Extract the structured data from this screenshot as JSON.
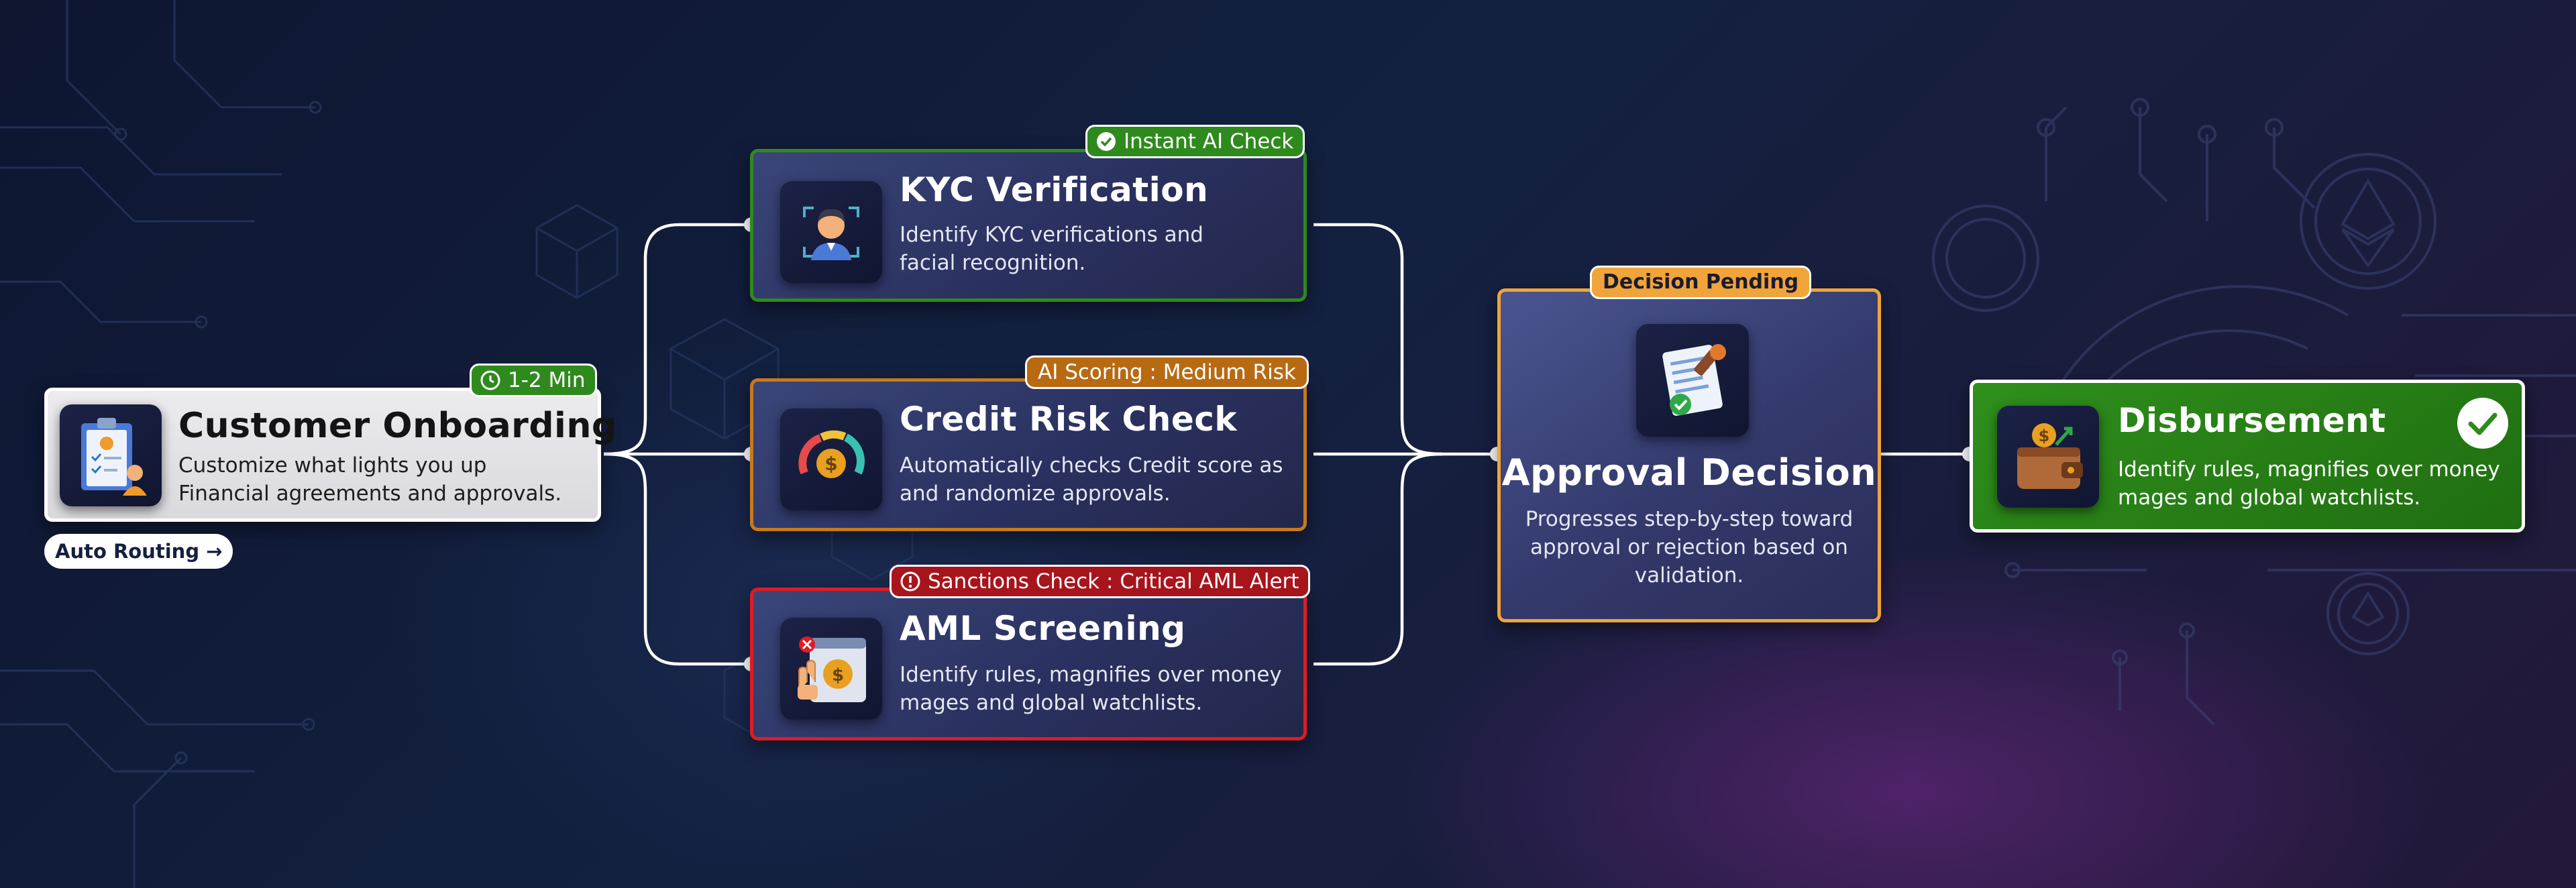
{
  "colors": {
    "green": "#2f8a1e",
    "orange": "#e68a1a",
    "red": "#e01b24",
    "gold": "#f0a43a",
    "onboarding_bg": "#e6e6e9",
    "card_dark": "#2d3566"
  },
  "onboarding": {
    "title": "Customer Onboarding",
    "desc_line1": "Customize what lights you up",
    "desc_line2": "Financial agreements and approvals.",
    "badge": "1-2 Min",
    "badge_icon": "clock-icon",
    "icon": "clipboard-checklist-icon",
    "routing_label": "Auto Routing →"
  },
  "kyc": {
    "title": "KYC Verification",
    "desc_line1": "Identify KYC verifications and",
    "desc_line2": "facial recognition.",
    "badge": "Instant AI Check",
    "badge_icon": "check-circle-icon",
    "icon": "face-scan-icon"
  },
  "credit": {
    "title": "Credit Risk Check",
    "desc_line1": "Automatically checks Credit score as",
    "desc_line2": "and randomize approvals.",
    "badge": "AI Scoring : Medium Risk",
    "icon": "credit-gauge-icon"
  },
  "aml": {
    "title": "AML Screening",
    "desc_line1": "Identify rules, magnifies over money",
    "desc_line2": "mages and global watchlists.",
    "badge": "Sanctions Check : Critical AML Alert",
    "badge_icon": "alert-circle-icon",
    "icon": "money-screening-icon"
  },
  "approval": {
    "title": "Approval Decision",
    "desc_line1": "Progresses step-by-step toward",
    "desc_line2": "approval or rejection based on",
    "desc_line3": "validation.",
    "badge": "Decision Pending",
    "icon": "approved-document-icon"
  },
  "disbursement": {
    "title": "Disbursement",
    "desc_line1": "Identify rules, magnifies over money",
    "desc_line2": "mages and global watchlists.",
    "icon": "wallet-money-icon",
    "status_icon": "check-circle-icon"
  }
}
